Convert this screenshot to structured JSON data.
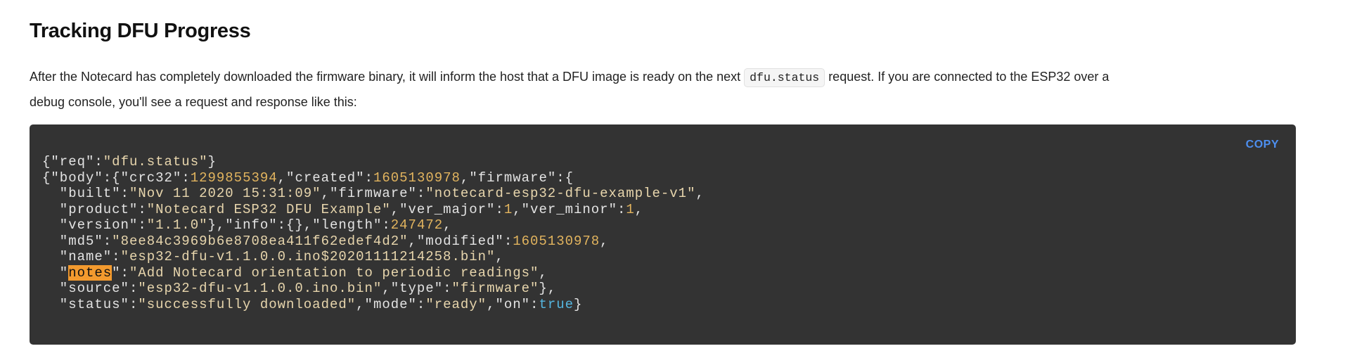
{
  "heading": "Tracking DFU Progress",
  "paragraph": {
    "before_code": "After the Notecard has completely downloaded the firmware binary, it will inform the host that a DFU image is ready on the next ",
    "inline_code": "dfu.status",
    "after_code": " request. If you are connected to the ESP32 over a",
    "line2": "debug console, you'll see a request and response like this:"
  },
  "code_block": {
    "copy_label": "COPY",
    "colors": {
      "background": "#333333",
      "key": "#e4e4e4",
      "string": "#e8d6ad",
      "number": "#e2b45e",
      "boolean": "#55b6e0",
      "highlight": "#f39a2e",
      "copy": "#4d8ff0"
    },
    "lines": [
      [
        [
          "p",
          "{"
        ],
        [
          "key",
          "\"req\""
        ],
        [
          "p",
          ":"
        ],
        [
          "str",
          "\"dfu.status\""
        ],
        [
          "p",
          "}"
        ]
      ],
      [
        [
          "p",
          "{"
        ],
        [
          "key",
          "\"body\""
        ],
        [
          "p",
          ":{"
        ],
        [
          "key",
          "\"crc32\""
        ],
        [
          "p",
          ":"
        ],
        [
          "num",
          "1299855394"
        ],
        [
          "p",
          ","
        ],
        [
          "key",
          "\"created\""
        ],
        [
          "p",
          ":"
        ],
        [
          "num",
          "1605130978"
        ],
        [
          "p",
          ","
        ],
        [
          "key",
          "\"firmware\""
        ],
        [
          "p",
          ":{"
        ]
      ],
      [
        [
          "p",
          "  "
        ],
        [
          "key",
          "\"built\""
        ],
        [
          "p",
          ":"
        ],
        [
          "str",
          "\"Nov 11 2020 15:31:09\""
        ],
        [
          "p",
          ","
        ],
        [
          "key",
          "\"firmware\""
        ],
        [
          "p",
          ":"
        ],
        [
          "str",
          "\"notecard-esp32-dfu-example-v1\""
        ],
        [
          "p",
          ","
        ]
      ],
      [
        [
          "p",
          "  "
        ],
        [
          "key",
          "\"product\""
        ],
        [
          "p",
          ":"
        ],
        [
          "str",
          "\"Notecard ESP32 DFU Example\""
        ],
        [
          "p",
          ","
        ],
        [
          "key",
          "\"ver_major\""
        ],
        [
          "p",
          ":"
        ],
        [
          "num",
          "1"
        ],
        [
          "p",
          ","
        ],
        [
          "key",
          "\"ver_minor\""
        ],
        [
          "p",
          ":"
        ],
        [
          "num",
          "1"
        ],
        [
          "p",
          ","
        ]
      ],
      [
        [
          "p",
          "  "
        ],
        [
          "key",
          "\"version\""
        ],
        [
          "p",
          ":"
        ],
        [
          "str",
          "\"1.1.0\""
        ],
        [
          "p",
          "},"
        ],
        [
          "key",
          "\"info\""
        ],
        [
          "p",
          ":{},"
        ],
        [
          "key",
          "\"length\""
        ],
        [
          "p",
          ":"
        ],
        [
          "num",
          "247472"
        ],
        [
          "p",
          ","
        ]
      ],
      [
        [
          "p",
          "  "
        ],
        [
          "key",
          "\"md5\""
        ],
        [
          "p",
          ":"
        ],
        [
          "str",
          "\"8ee84c3969b6e8708ea411f62edef4d2\""
        ],
        [
          "p",
          ","
        ],
        [
          "key",
          "\"modified\""
        ],
        [
          "p",
          ":"
        ],
        [
          "num",
          "1605130978"
        ],
        [
          "p",
          ","
        ]
      ],
      [
        [
          "p",
          "  "
        ],
        [
          "key",
          "\"name\""
        ],
        [
          "p",
          ":"
        ],
        [
          "str",
          "\"esp32-dfu-v1.1.0.0.ino$20201111214258.bin\""
        ],
        [
          "p",
          ","
        ]
      ],
      [
        [
          "p",
          "  \""
        ],
        [
          "hl",
          "notes"
        ],
        [
          "p",
          "\":"
        ],
        [
          "str",
          "\"Add Notecard orientation to periodic readings\""
        ],
        [
          "p",
          ","
        ]
      ],
      [
        [
          "p",
          "  "
        ],
        [
          "key",
          "\"source\""
        ],
        [
          "p",
          ":"
        ],
        [
          "str",
          "\"esp32-dfu-v1.1.0.0.ino.bin\""
        ],
        [
          "p",
          ","
        ],
        [
          "key",
          "\"type\""
        ],
        [
          "p",
          ":"
        ],
        [
          "str",
          "\"firmware\""
        ],
        [
          "p",
          "},"
        ]
      ],
      [
        [
          "p",
          "  "
        ],
        [
          "key",
          "\"status\""
        ],
        [
          "p",
          ":"
        ],
        [
          "str",
          "\"successfully downloaded\""
        ],
        [
          "p",
          ","
        ],
        [
          "key",
          "\"mode\""
        ],
        [
          "p",
          ":"
        ],
        [
          "str",
          "\"ready\""
        ],
        [
          "p",
          ","
        ],
        [
          "key",
          "\"on\""
        ],
        [
          "p",
          ":"
        ],
        [
          "bool",
          "true"
        ],
        [
          "p",
          "}"
        ]
      ]
    ]
  }
}
